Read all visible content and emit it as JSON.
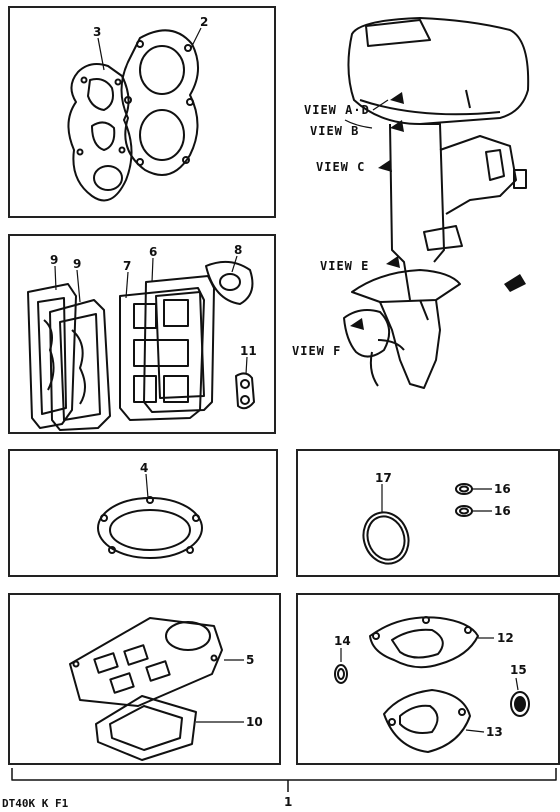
{
  "parts": {
    "p1": "1",
    "p2": "2",
    "p3": "3",
    "p4": "4",
    "p5": "5",
    "p6": "6",
    "p7": "7",
    "p8": "8",
    "p9a": "9",
    "p9b": "9",
    "p10": "10",
    "p11": "11",
    "p12": "12",
    "p13": "13",
    "p14": "14",
    "p15": "15",
    "p16a": "16",
    "p16b": "16",
    "p17": "17"
  },
  "views": {
    "ad": "VIEW A·D",
    "b": "VIEW B",
    "c": "VIEW C",
    "e": "VIEW E",
    "f": "VIEW F"
  },
  "footer": {
    "model": "DT40K K F1"
  }
}
